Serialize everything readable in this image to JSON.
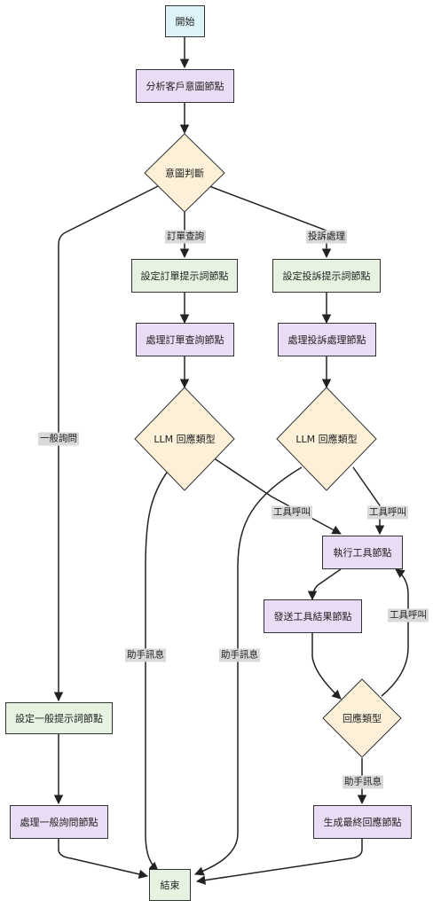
{
  "nodes": {
    "start": "開始",
    "analyze_intent": "分析客戶意圖節點",
    "intent_decision": "意圖判斷",
    "set_order_prompt": "設定訂單提示詞節點",
    "set_complaint_prompt": "設定投訴提示詞節點",
    "process_order": "處理訂單查詢節點",
    "process_complaint": "處理投訴處理節點",
    "llm_type_order": "LLM 回應類型",
    "llm_type_complaint": "LLM 回應類型",
    "execute_tool": "執行工具節點",
    "send_tool_result": "發送工具結果節點",
    "response_type": "回應類型",
    "set_general_prompt": "設定一般提示詞節點",
    "process_general": "處理一般詢問節點",
    "generate_final": "生成最終回應節點",
    "end": "結束"
  },
  "edge_labels": {
    "order_query": "訂單查詢",
    "complaint": "投訴處理",
    "general": "一般詢問",
    "tool_call_1": "工具呼叫",
    "tool_call_2": "工具呼叫",
    "tool_call_3": "工具呼叫",
    "assistant_msg_1": "助手訊息",
    "assistant_msg_2": "助手訊息",
    "assistant_msg_3": "助手訊息"
  },
  "colors": {
    "process_node": "#eadcf5",
    "prompt_node": "#e6f3e1",
    "terminal_node": "#dff3fb",
    "decision_node": "#fdf0d9",
    "edge_label_bg": "#d9d9d9",
    "line": "#222222"
  }
}
